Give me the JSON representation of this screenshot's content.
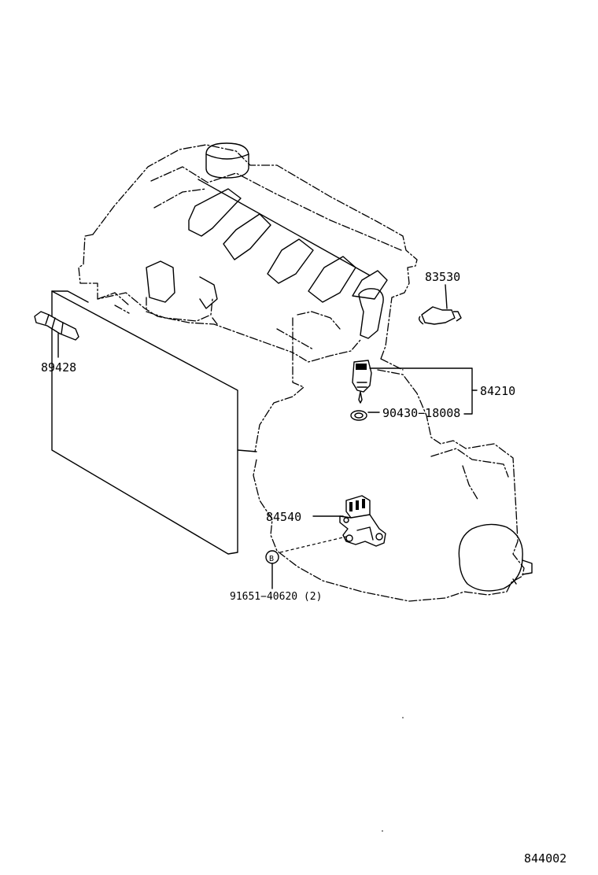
{
  "labels": {
    "p83530": "83530",
    "p89428": "89428",
    "p84210": "84210",
    "p90430": "90430−18008",
    "p84540": "84540",
    "pB": "B",
    "p91651": "91651−40620 (2)",
    "diagram_code": "844002"
  }
}
